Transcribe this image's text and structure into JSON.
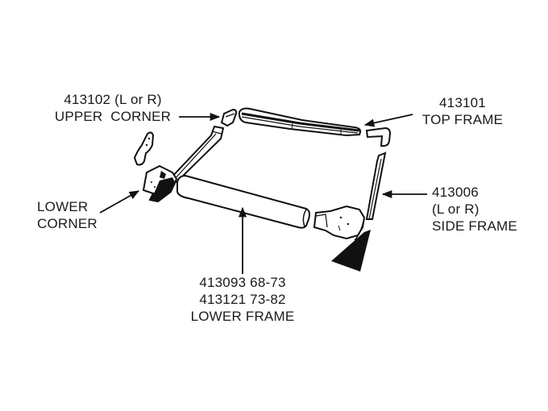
{
  "diagram": {
    "type": "parts-exploded-view",
    "subject": "windshield frame weatherstrip parts",
    "colors": {
      "ink": "#111111",
      "background": "#ffffff",
      "text": "#1a1a1a"
    }
  },
  "labels": {
    "upper_corner": {
      "line1": "413102 (L or R)",
      "line2": "UPPER  CORNER"
    },
    "top_frame": {
      "line1": "413101",
      "line2": "TOP FRAME"
    },
    "side_frame": {
      "line1": "413006",
      "line2": "(L or R)",
      "line3": "SIDE FRAME"
    },
    "lower_corner": {
      "line1": "LOWER",
      "line2": "CORNER"
    },
    "lower_frame": {
      "line1": "413093 68-73",
      "line2": "413121 73-82",
      "line3": "LOWER FRAME"
    }
  },
  "parts": [
    {
      "id": "upper-corner",
      "label_ref": "upper_corner"
    },
    {
      "id": "top-frame",
      "label_ref": "top_frame"
    },
    {
      "id": "side-frame",
      "label_ref": "side_frame"
    },
    {
      "id": "lower-corner",
      "label_ref": "lower_corner"
    },
    {
      "id": "lower-frame",
      "label_ref": "lower_frame"
    }
  ]
}
